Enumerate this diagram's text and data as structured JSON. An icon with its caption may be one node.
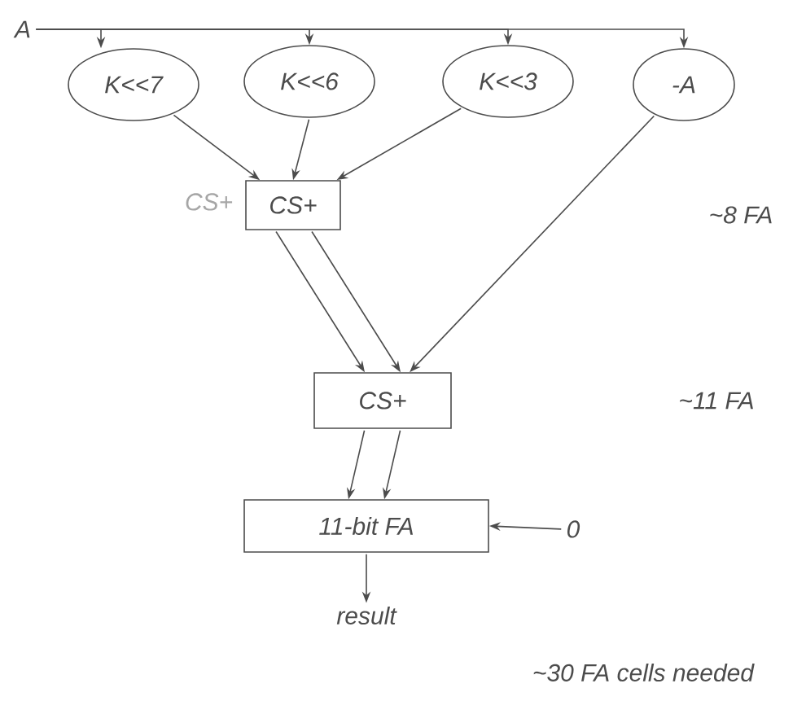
{
  "diagram": {
    "nodes": [
      {
        "text": [
          "A"
        ]
      },
      {
        "text": [
          "K<<7"
        ]
      },
      {
        "text": [
          "K<<6"
        ]
      },
      {
        "text": [
          "K<<3"
        ]
      },
      {
        "text": [
          "-A"
        ]
      },
      {
        "text": [
          "CS+"
        ],
        "beside": [
          "CS+"
        ]
      },
      {
        "text": [
          "CS+"
        ]
      },
      {
        "text": [
          "11-bit FA"
        ]
      },
      {
        "text": [
          "0"
        ]
      },
      {
        "text": [
          "result"
        ]
      }
    ],
    "edges": [
      {
        "from": 0,
        "to": 1,
        "arrow": "to"
      },
      {
        "from": 0,
        "to": 2,
        "arrow": "to"
      },
      {
        "from": 0,
        "to": 3,
        "arrow": "to"
      },
      {
        "from": 0,
        "to": 4,
        "arrow": "to"
      },
      {
        "from": 1,
        "to": 5,
        "arrow": "to"
      },
      {
        "from": 2,
        "to": 5,
        "arrow": "to"
      },
      {
        "from": 3,
        "to": 5,
        "arrow": "to"
      },
      {
        "from": 5,
        "to": 6,
        "arrow": "to"
      },
      {
        "from": 5,
        "to": 6,
        "arrow": "to"
      },
      {
        "from": 4,
        "to": 6,
        "arrow": "to"
      },
      {
        "from": 6,
        "to": 7,
        "arrow": "to"
      },
      {
        "from": 6,
        "to": 7,
        "arrow": "to"
      },
      {
        "from": 8,
        "to": 7,
        "arrow": "to"
      },
      {
        "from": 7,
        "to": 9,
        "arrow": "to"
      }
    ],
    "labels": [
      "~8 FA",
      "~11 FA",
      "~30 FA cells needed"
    ]
  }
}
